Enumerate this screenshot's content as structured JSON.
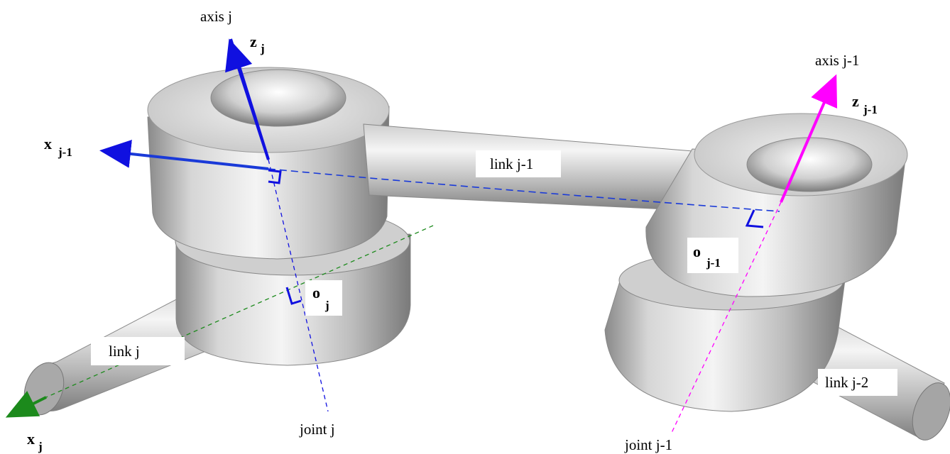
{
  "labels": {
    "axis_j": "axis j",
    "axis_j1": "axis j-1",
    "z_j": "z",
    "z_j_sub": "j",
    "z_j1": "z",
    "z_j1_sub": "j-1",
    "x_j1": "x",
    "x_j1_sub": "j-1",
    "x_j": "x",
    "x_j_sub": "j",
    "o_j": "o",
    "o_j_sub": "j",
    "o_j1": "o",
    "o_j1_sub": "j-1",
    "link_j": "link j",
    "link_j1": "link j-1",
    "link_j2": "link j-2",
    "joint_j": "joint j",
    "joint_j1": "joint j-1"
  },
  "colors": {
    "axis_z_j": "#1010e0",
    "axis_z_j1": "#ff00ff",
    "axis_x": "#1a3ad8",
    "axis_x_j": "#1c8a1c",
    "metal_light": "#f2f2f2",
    "metal_mid": "#b9b9b9",
    "metal_dark": "#6e6e6e"
  }
}
